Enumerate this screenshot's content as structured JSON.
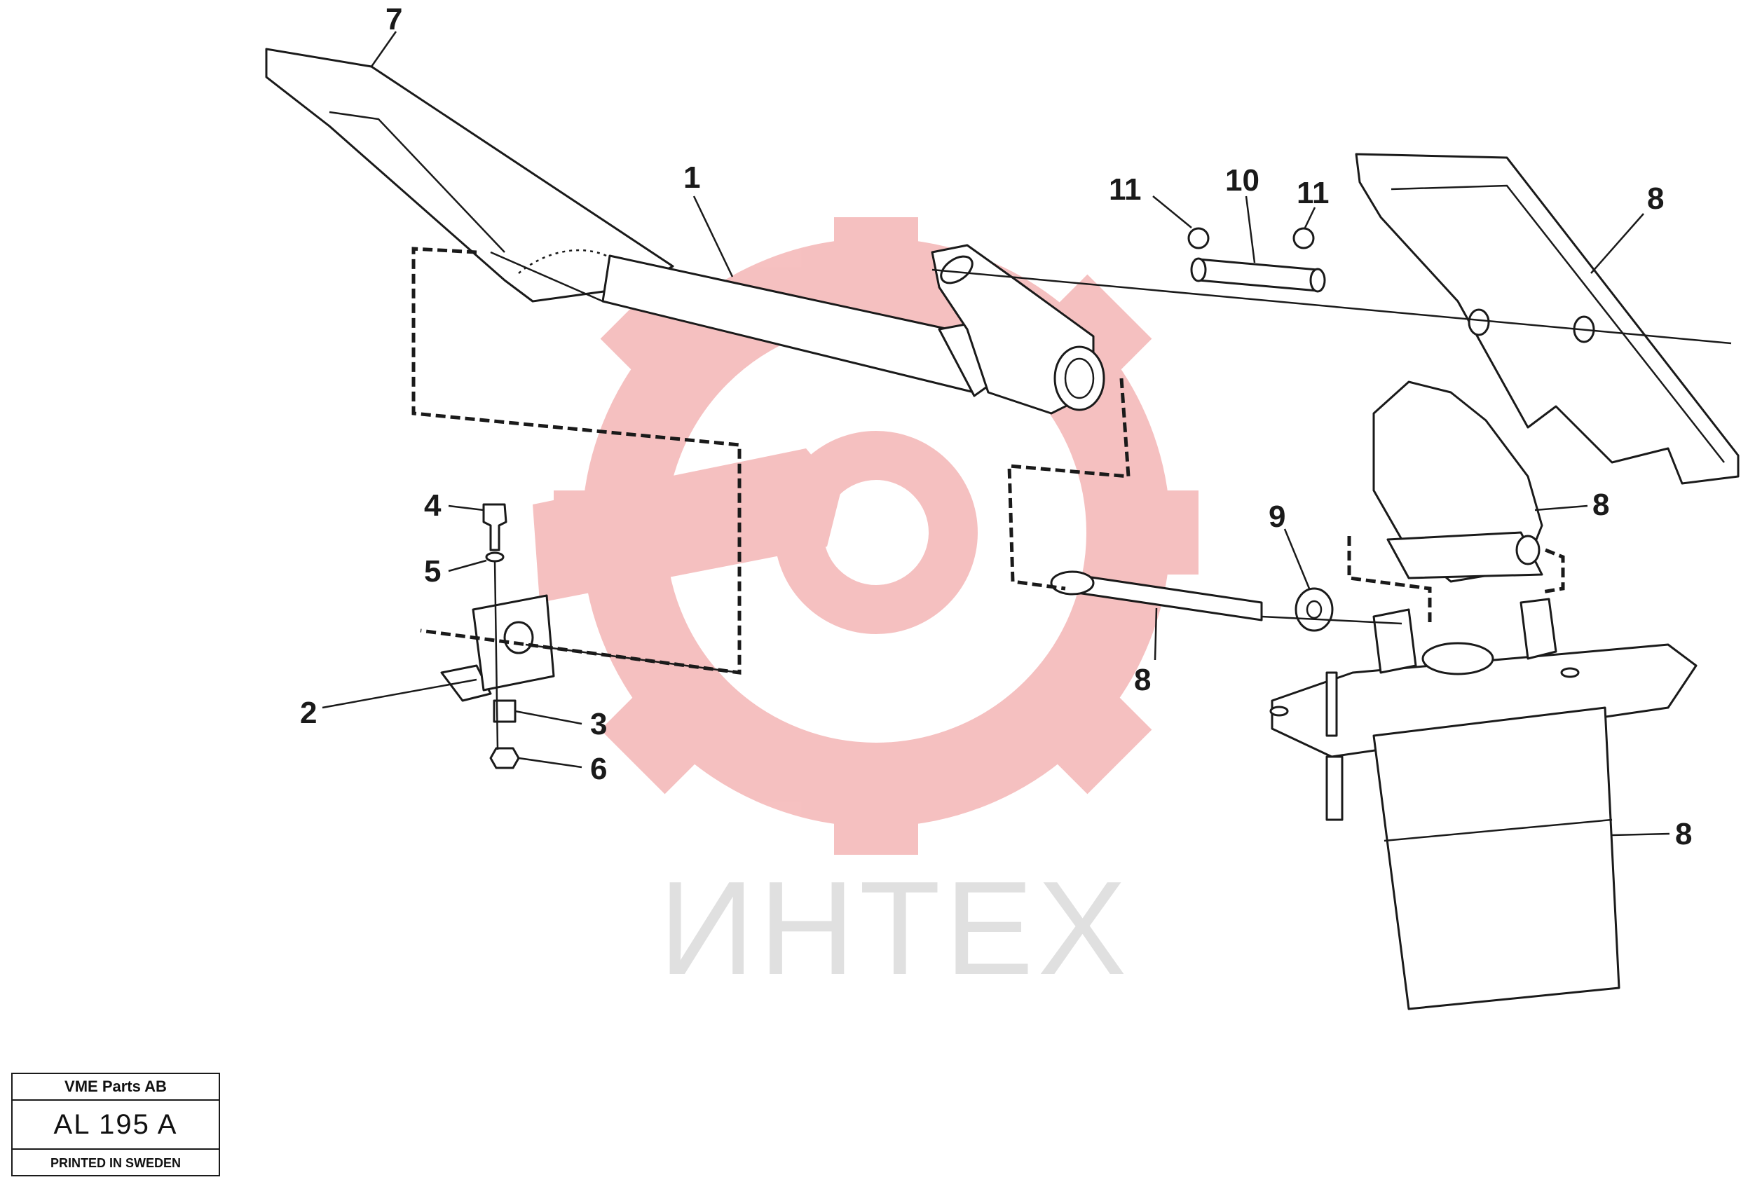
{
  "callouts": [
    {
      "id": "1",
      "label": "1"
    },
    {
      "id": "2",
      "label": "2"
    },
    {
      "id": "3",
      "label": "3"
    },
    {
      "id": "4",
      "label": "4"
    },
    {
      "id": "5",
      "label": "5"
    },
    {
      "id": "6",
      "label": "6"
    },
    {
      "id": "7",
      "label": "7"
    },
    {
      "id": "8a",
      "label": "8"
    },
    {
      "id": "8b",
      "label": "8"
    },
    {
      "id": "8c",
      "label": "8"
    },
    {
      "id": "8d",
      "label": "8"
    },
    {
      "id": "9",
      "label": "9"
    },
    {
      "id": "10",
      "label": "10"
    },
    {
      "id": "11a",
      "label": "11"
    },
    {
      "id": "11b",
      "label": "11"
    }
  ],
  "watermark": {
    "text": "ИНТЕХ",
    "color": "#f4b6b6"
  },
  "title_block": {
    "company": "VME Parts AB",
    "code": "AL 195 A",
    "printed": "PRINTED IN SWEDEN"
  },
  "colors": {
    "ink": "#1a1a1a",
    "watermark_red": "#f4b6b6",
    "watermark_grey": "#e0e0e0"
  }
}
